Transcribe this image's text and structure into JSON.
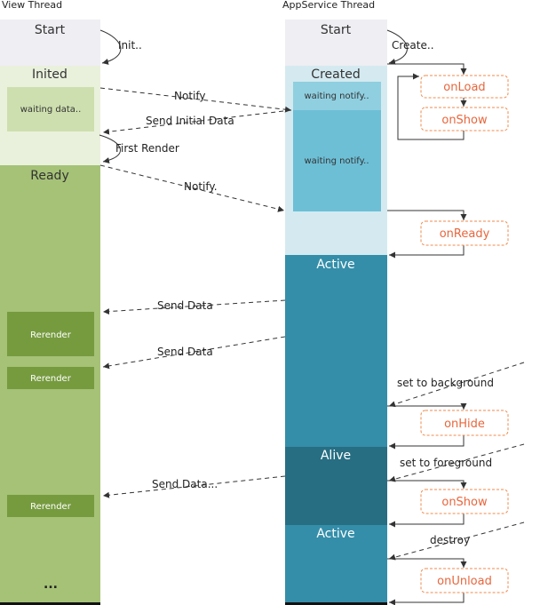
{
  "threads": {
    "view": "View Thread",
    "appservice": "AppService Thread"
  },
  "view": {
    "start": "Start",
    "inited": "Inited",
    "waiting_data": "waiting data..",
    "ready": "Ready",
    "rerender": "Rerender",
    "ellipsis": "..."
  },
  "app": {
    "start": "Start",
    "created": "Created",
    "waiting_notify_1": "waiting notify..",
    "waiting_notify_2": "waiting notify..",
    "active_1": "Active",
    "alive": "Alive",
    "active_2": "Active"
  },
  "messages": {
    "init": "Init..",
    "create": "Create..",
    "notify_1": "Notify",
    "send_initial_data": "Send Initial Data",
    "first_render": "First Render",
    "notify_2": "Notify.",
    "send_data_1": "Send Data",
    "send_data_2": "Send Data",
    "set_to_background": "set to background",
    "set_to_foreground": "set to foreground",
    "send_data_3": "Send Data...",
    "destroy": "destroy"
  },
  "hooks": {
    "onLoad": "onLoad",
    "onShow_1": "onShow",
    "onReady": "onReady",
    "onHide": "onHide",
    "onShow_2": "onShow",
    "onUnload": "onUnload"
  },
  "colors": {
    "start_block": "#eeeef3",
    "inited_block": "#e9f1dc",
    "waiting_data_block": "#cddfae",
    "ready_block": "#a5c277",
    "rerender_block": "#769b3f",
    "created_block": "#d4eaf0",
    "waiting_notify_block": "#6dbfd6",
    "active_block": "#348ea9",
    "alive_block": "#276e83",
    "hook_border": "#f08a4b",
    "hook_text": "#e8663c"
  }
}
